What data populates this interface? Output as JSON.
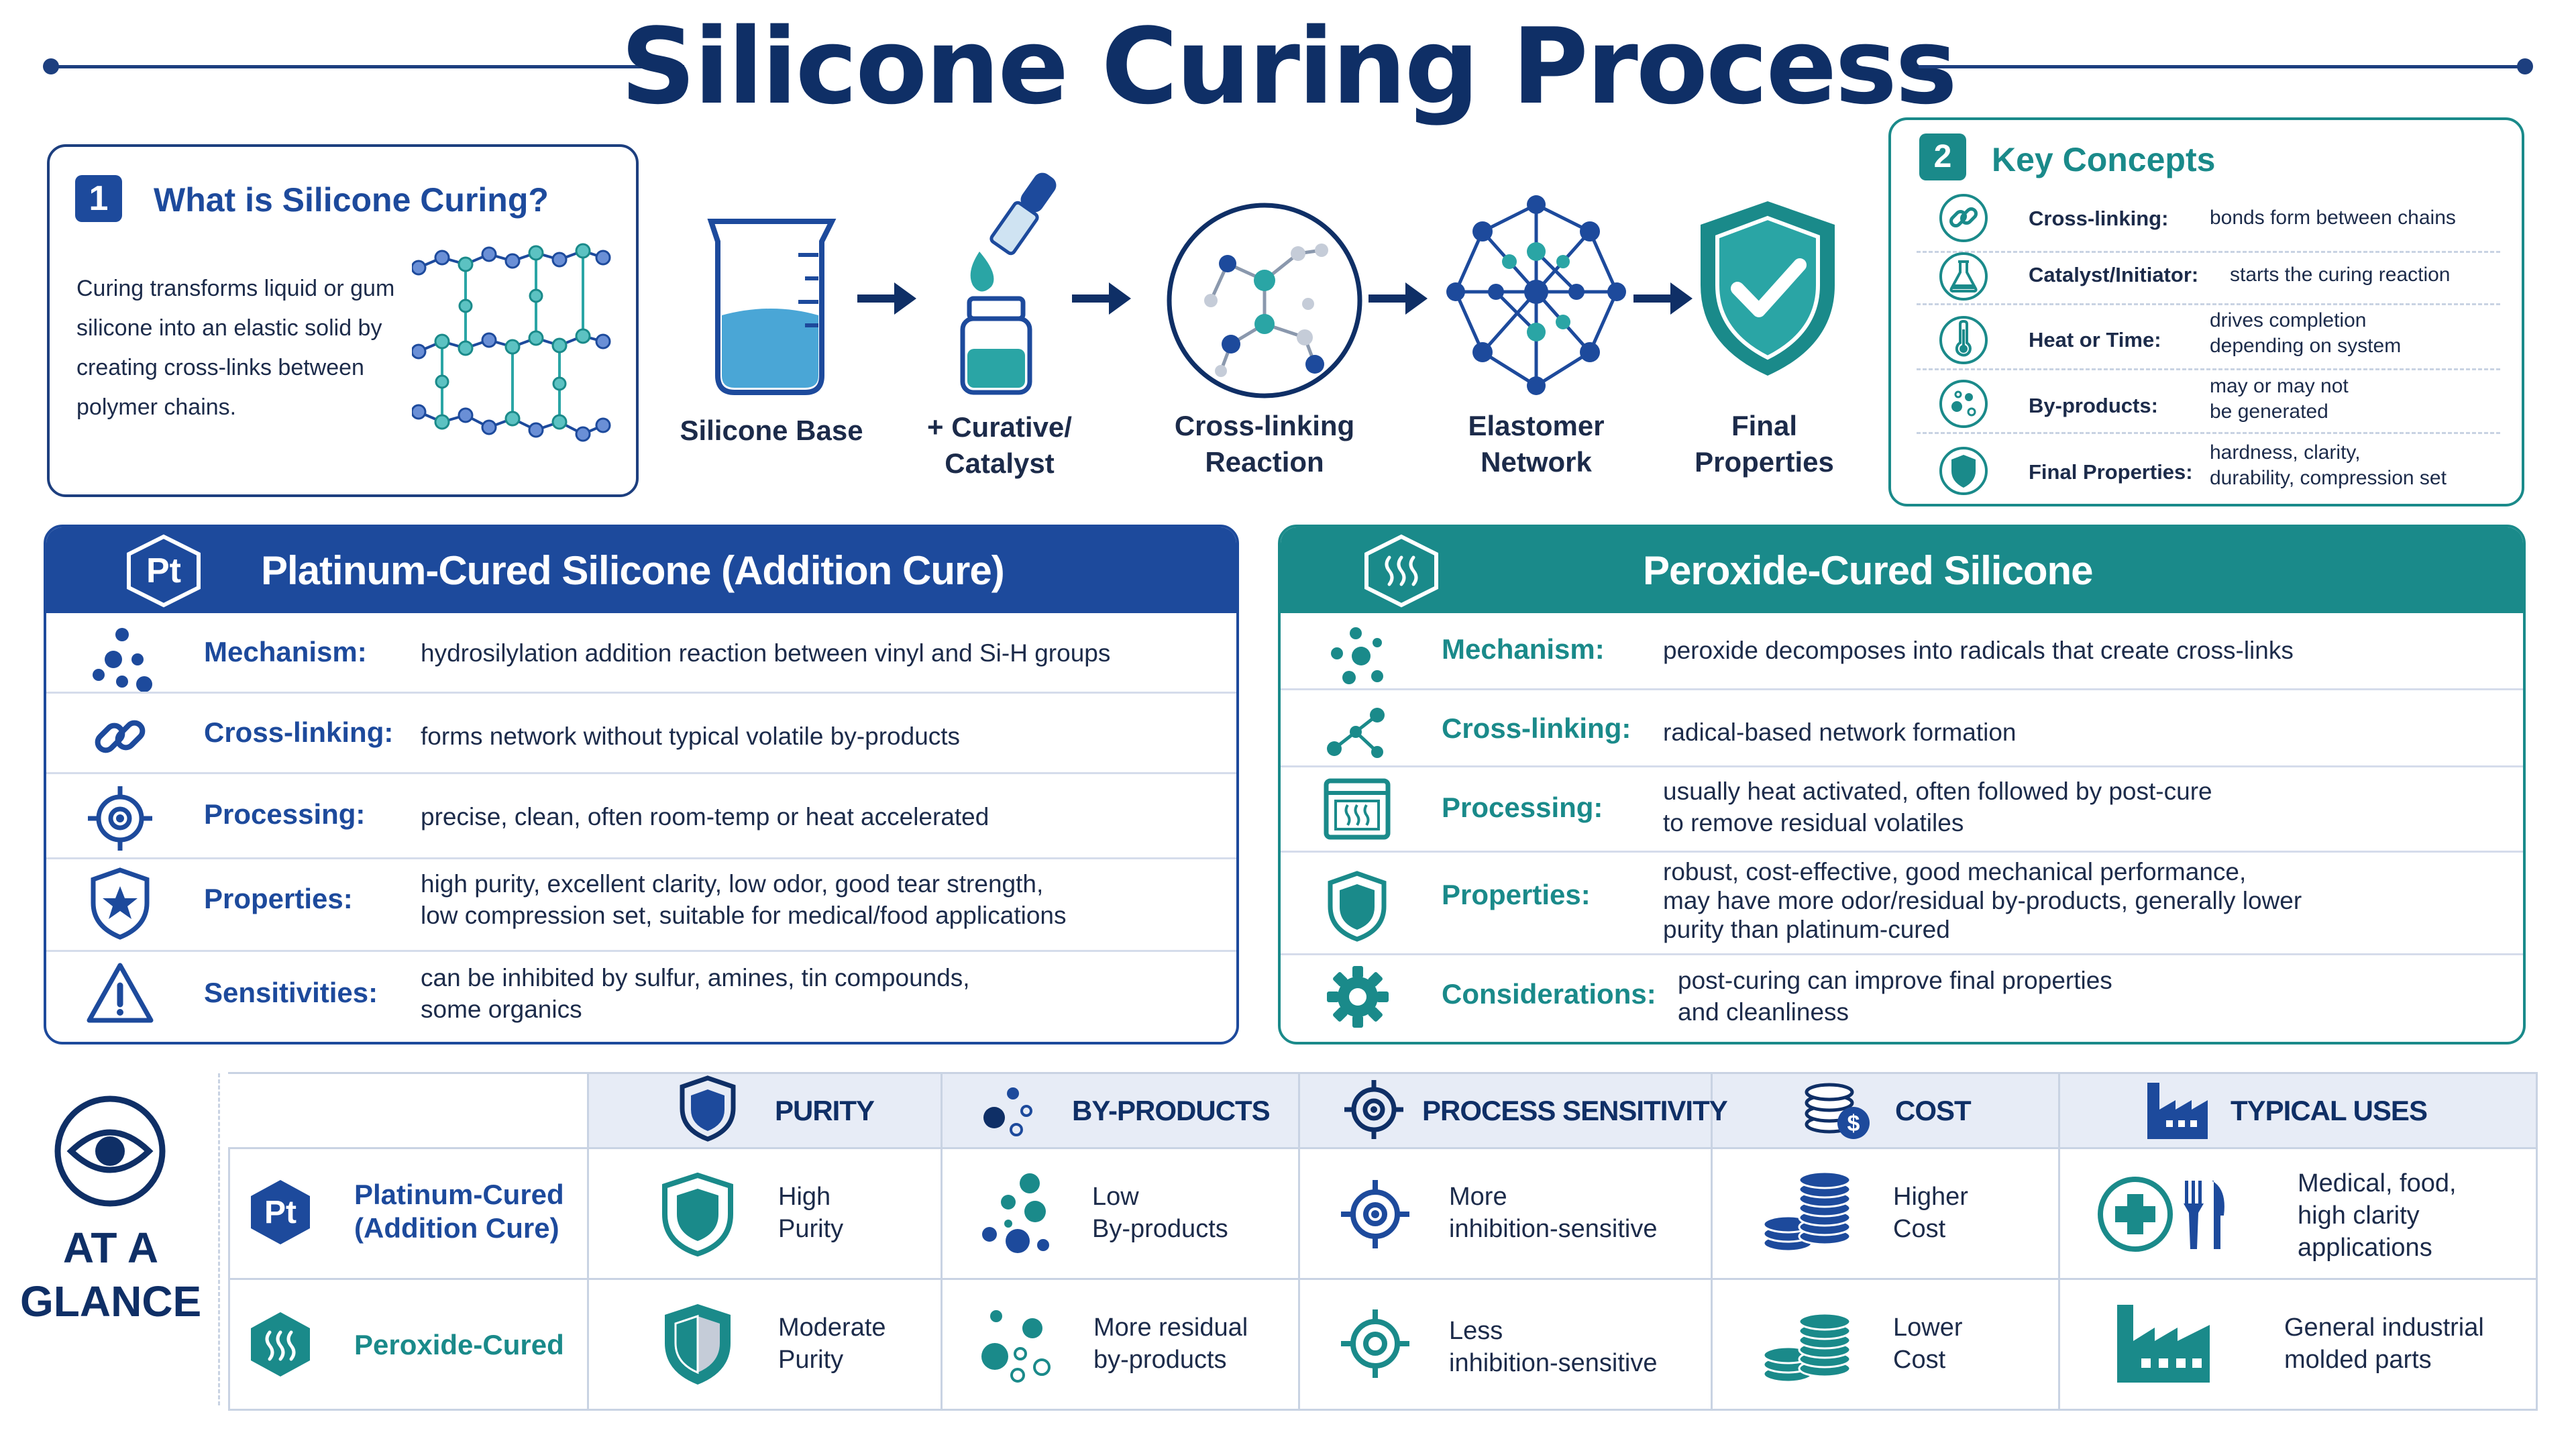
{
  "title": "Silicone Curing Process",
  "colors": {
    "navy": "#0f2f66",
    "blue": "#1d4a9c",
    "teal": "#1a8a8a",
    "light_teal": "#5cc2c2",
    "bg_head": "#e7ecf6"
  },
  "section1": {
    "number": "1",
    "title": "What is Silicone Curing?",
    "body": [
      "Curing transforms liquid or gum",
      "silicone into an elastic solid by",
      "creating cross-links between",
      "polymer chains."
    ],
    "icon": "polymer-chains-icon"
  },
  "flow": [
    {
      "icon": "beaker-icon",
      "lines": [
        "Silicone Base"
      ]
    },
    {
      "icon": "dropper-bottle-icon",
      "lines": [
        "+ Curative/",
        "Catalyst"
      ]
    },
    {
      "icon": "molecule-icon",
      "lines": [
        "Cross-linking",
        "Reaction"
      ]
    },
    {
      "icon": "network-icon",
      "lines": [
        "Elastomer",
        "Network"
      ]
    },
    {
      "icon": "shield-check-icon",
      "lines": [
        "Final",
        "Properties"
      ]
    }
  ],
  "section2": {
    "number": "2",
    "title": "Key Concepts",
    "items": [
      {
        "icon": "link-icon",
        "term": "Cross-linking:",
        "desc": [
          "bonds form between chains"
        ]
      },
      {
        "icon": "flask-icon",
        "term": "Catalyst/Initiator:",
        "desc": [
          "starts the curing reaction"
        ]
      },
      {
        "icon": "thermometer-icon",
        "term": "Heat or Time:",
        "desc": [
          "drives completion",
          "depending on system"
        ]
      },
      {
        "icon": "bubbles-icon",
        "term": "By-products:",
        "desc": [
          "may or may not",
          "be generated"
        ]
      },
      {
        "icon": "shield-icon",
        "term": "Final Properties:",
        "desc": [
          "hardness, clarity,",
          "durability, compression set"
        ]
      }
    ]
  },
  "platinum": {
    "badge": "Pt",
    "title": "Platinum-Cured Silicone (Addition Cure)",
    "rows": [
      {
        "icon": "dots-icon",
        "term": "Mechanism:",
        "desc": [
          "hydrosilylation addition reaction between vinyl and Si-H groups"
        ]
      },
      {
        "icon": "link-icon",
        "term": "Cross-linking:",
        "desc": [
          "forms network without typical volatile by-products"
        ]
      },
      {
        "icon": "target-icon",
        "term": "Processing:",
        "desc": [
          "precise, clean, often room-temp or heat accelerated"
        ]
      },
      {
        "icon": "shield-star-icon",
        "term": "Properties:",
        "desc": [
          "high purity, excellent clarity, low odor, good tear strength,",
          "low compression set, suitable for medical/food applications"
        ]
      },
      {
        "icon": "warning-icon",
        "term": "Sensitivities:",
        "desc": [
          "can be inhibited by sulfur, amines, tin compounds,",
          "some organics"
        ]
      }
    ]
  },
  "peroxide": {
    "title": "Peroxide-Cured Silicone",
    "rows": [
      {
        "icon": "dots-icon",
        "term": "Mechanism:",
        "desc": [
          "peroxide decomposes into radicals that create cross-links"
        ]
      },
      {
        "icon": "nodes-icon",
        "term": "Cross-linking:",
        "desc": [
          "radical-based network formation"
        ]
      },
      {
        "icon": "oven-icon",
        "term": "Processing:",
        "desc": [
          "usually heat activated, often followed by post-cure",
          "to remove residual volatiles"
        ]
      },
      {
        "icon": "shield-icon",
        "term": "Properties:",
        "desc": [
          "robust, cost-effective, good mechanical performance,",
          "may have more odor/residual by-products, generally lower",
          "purity than platinum-cured"
        ]
      },
      {
        "icon": "gear-icon",
        "term": "Considerations:",
        "desc": [
          "post-curing can improve final properties",
          "and cleanliness"
        ]
      }
    ]
  },
  "glance": {
    "title": [
      "AT A",
      "GLANCE"
    ],
    "columns": [
      {
        "icon": "shield-icon",
        "label": "PURITY"
      },
      {
        "icon": "bubbles-icon",
        "label": "BY-PRODUCTS"
      },
      {
        "icon": "target-icon",
        "label": "PROCESS SENSITIVITY"
      },
      {
        "icon": "coins-icon",
        "label": "COST"
      },
      {
        "icon": "factory-icon",
        "label": "TYPICAL USES"
      }
    ],
    "rows": [
      {
        "badge": "Pt",
        "name": [
          "Platinum-Cured",
          "(Addition Cure)"
        ],
        "cells": [
          [
            "High",
            "Purity"
          ],
          [
            "Low",
            "By-products"
          ],
          [
            "More",
            "inhibition-sensitive"
          ],
          [
            "Higher",
            "Cost"
          ],
          [
            "Medical, food,",
            "high clarity",
            "applications"
          ]
        ]
      },
      {
        "badge": "",
        "name": [
          "Peroxide-Cured"
        ],
        "cells": [
          [
            "Moderate",
            "Purity"
          ],
          [
            "More residual",
            "by-products"
          ],
          [
            "Less",
            "inhibition-sensitive"
          ],
          [
            "Lower",
            "Cost"
          ],
          [
            "General industrial",
            "molded parts"
          ]
        ]
      }
    ]
  }
}
